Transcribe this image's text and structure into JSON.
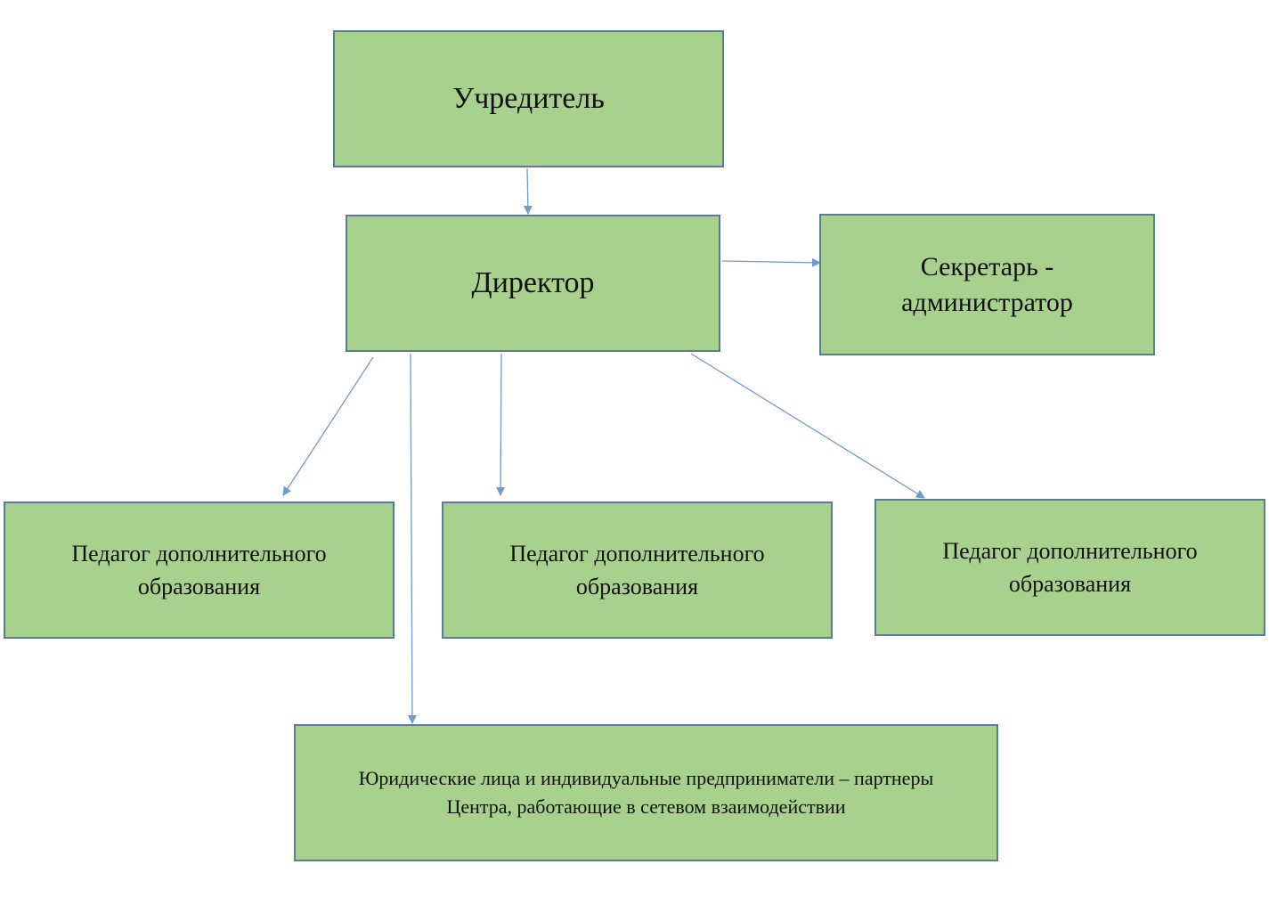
{
  "diagram": {
    "colors": {
      "box_fill": "#a9d18e",
      "box_border": "#5b7aa0",
      "connector": "#6f9ccb",
      "text": "#111111"
    },
    "nodes": {
      "founder": {
        "label": "Учредитель"
      },
      "director": {
        "label": "Директор"
      },
      "secretary": {
        "label": "Секретарь -\nадминистратор"
      },
      "teacher_1": {
        "label": "Педагог дополнительного\nобразования"
      },
      "teacher_2": {
        "label": "Педагог дополнительного\nобразования"
      },
      "teacher_3": {
        "label": "Педагог дополнительного\nобразования"
      },
      "partners": {
        "label": "Юридические лица и индивидуальные предприниматели – партнеры\nЦентра, работающие в сетевом взаимодействии"
      }
    },
    "edges": [
      {
        "from": "founder",
        "to": "director"
      },
      {
        "from": "director",
        "to": "secretary"
      },
      {
        "from": "director",
        "to": "teacher_1"
      },
      {
        "from": "director",
        "to": "teacher_2"
      },
      {
        "from": "director",
        "to": "teacher_3"
      },
      {
        "from": "director",
        "to": "partners"
      }
    ]
  }
}
